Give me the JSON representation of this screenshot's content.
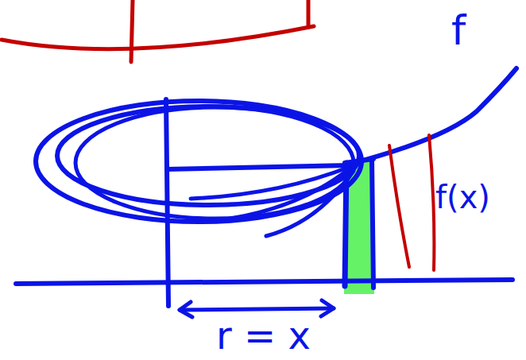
{
  "diagram": {
    "labels": [
      "f",
      "f(x)",
      "r = x"
    ]
  }
}
